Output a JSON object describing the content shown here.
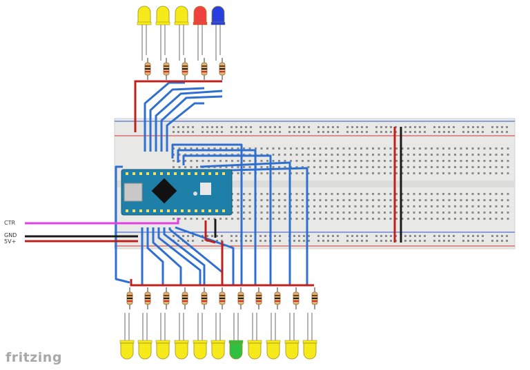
{
  "labels": {
    "ctr": "CTR",
    "gnd": "GND",
    "v5": "5V+"
  },
  "logo": "fritzing",
  "colors": {
    "wire_signal": "#2f6fd0",
    "wire_power": "#c0201c",
    "wire_ground": "#1a1a1a",
    "wire_ctr": "#e040e0",
    "led_yellow": "#f6ea1a",
    "led_red": "#f04040",
    "led_blue": "#2840e0",
    "led_green": "#30c040",
    "board": "#1e7fa8",
    "breadboard": "#e8e8e6"
  },
  "top_leds": [
    "yellow",
    "yellow",
    "yellow",
    "red",
    "blue"
  ],
  "bottom_leds": [
    "yellow",
    "yellow",
    "yellow",
    "yellow",
    "yellow",
    "yellow",
    "green",
    "yellow",
    "yellow",
    "yellow",
    "yellow"
  ]
}
